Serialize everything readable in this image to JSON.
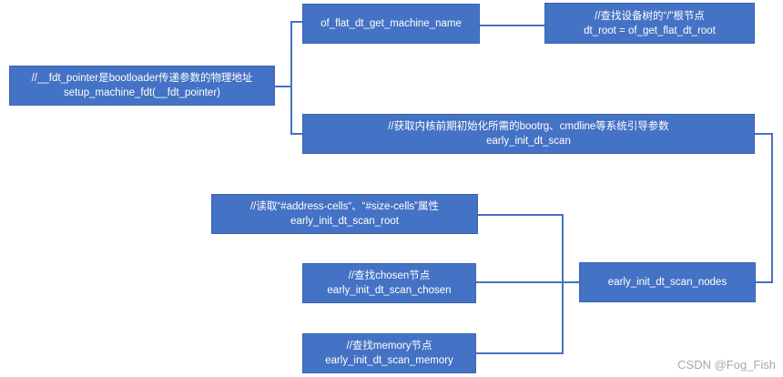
{
  "diagram": {
    "nodes": {
      "setup": {
        "line1": "//__fdt_pointer是bootloader传递参数的物理地址",
        "line2": "setup_machine_fdt(__fdt_pointer)"
      },
      "get_machine_name": {
        "line1": "of_flat_dt_get_machine_name"
      },
      "find_root": {
        "line1": "//查找设备树的“/”根节点",
        "line2": "dt_root = of_get_flat_dt_root"
      },
      "early_scan": {
        "line1": "//获取内核前期初始化所需的bootrg、cmdline等系统引导参数",
        "line2": "early_init_dt_scan"
      },
      "scan_root": {
        "line1": "//读取“#address-cells“、“#size-cells”属性",
        "line2": "early_init_dt_scan_root"
      },
      "scan_nodes": {
        "line1": "early_init_dt_scan_nodes"
      },
      "scan_chosen": {
        "line1": "//查找chosen节点",
        "line2": "early_init_dt_scan_chosen"
      },
      "scan_memory": {
        "line1": "//查找memory节点",
        "line2": "early_init_dt_scan_memory"
      }
    }
  },
  "watermark": "CSDN @Fog_Fish",
  "colors": {
    "node_fill": "#4472c4",
    "connector": "#4472c4",
    "text": "#ffffff"
  }
}
